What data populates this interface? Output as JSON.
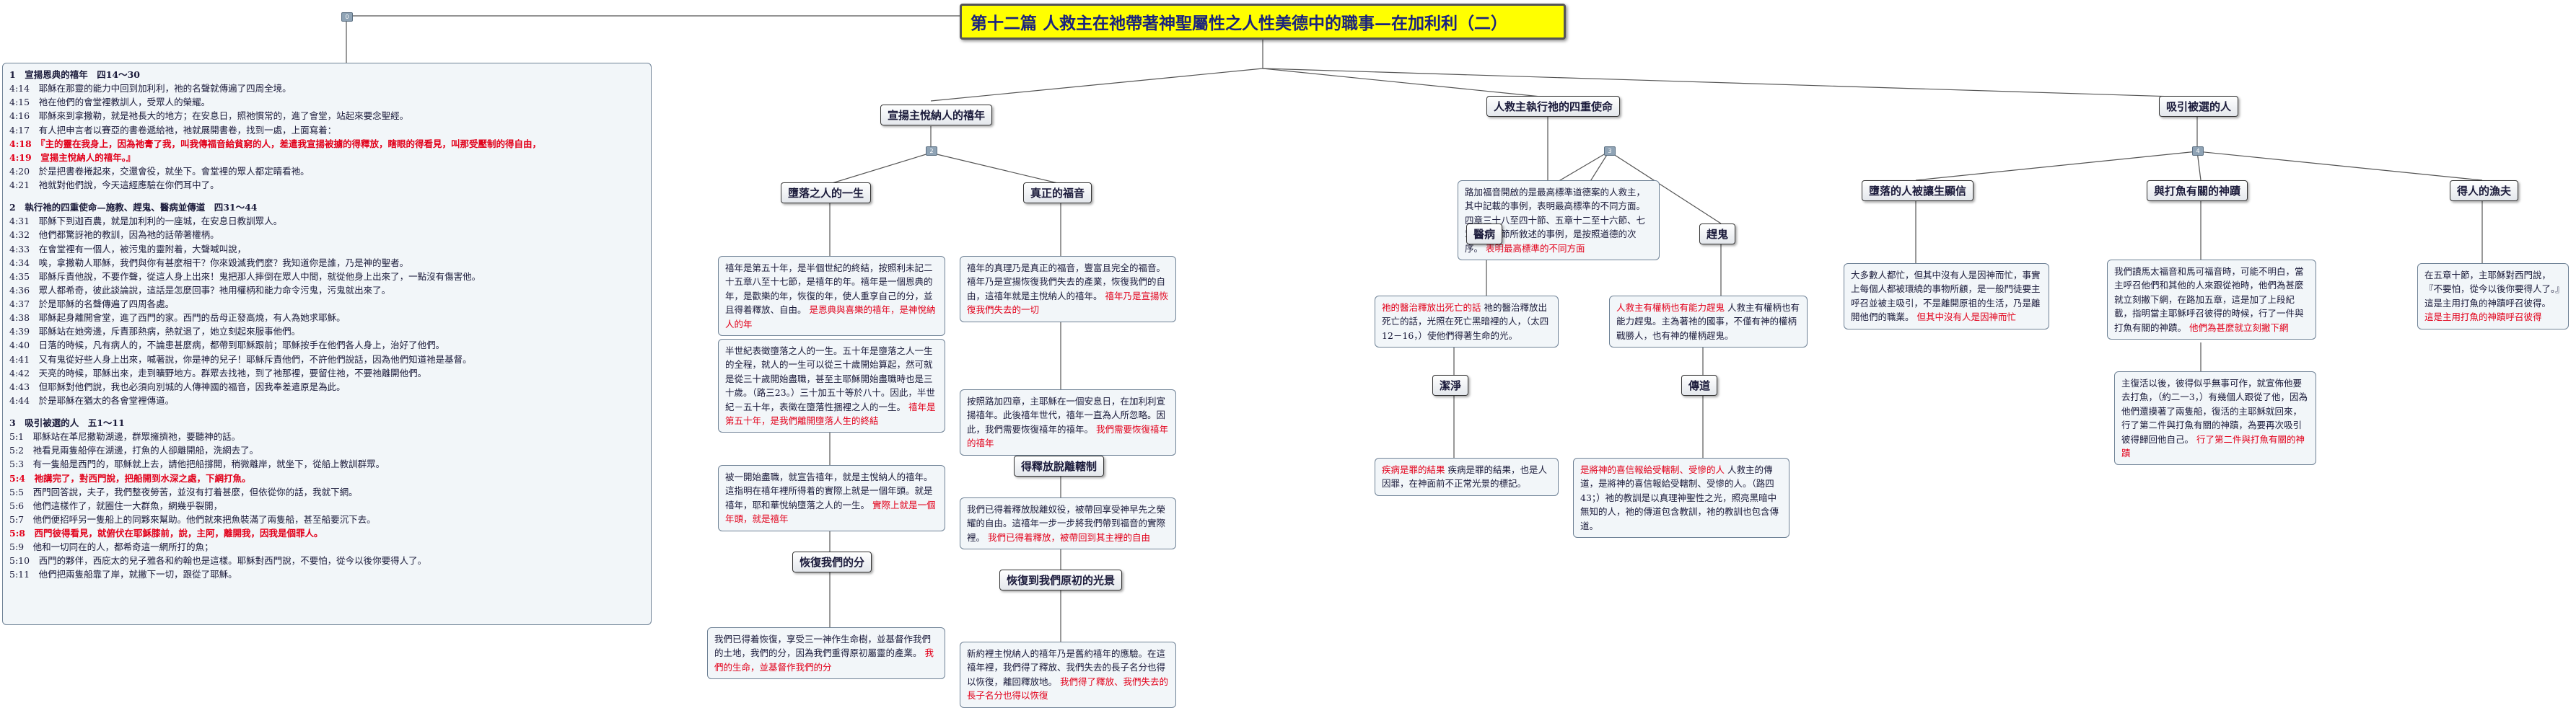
{
  "central": {
    "title": "第十二篇 人救主在祂帶著神聖屬性之人性美德中的職事—在加利利（二）"
  },
  "branches": [
    {
      "id": "b1",
      "label": "宣揚主悅納人的禧年"
    },
    {
      "id": "b2",
      "label": "人救主執行祂的四重使命"
    },
    {
      "id": "b3",
      "label": "吸引被選的人"
    }
  ],
  "b1": {
    "fallen": "墮落之人的一生",
    "gospel": "真正的福音",
    "jubilee_enjoy": "得釋放脫離轄制",
    "recover_share": "恢復我們的分",
    "recover_light": "恢復到我們原初的光景",
    "note_fallen_1": "禧年是第五十年，是半個世紀的終結，按照利未記二十五章八至十七節，是禧年的年。禧年是一個恩典的年，是歡樂的年，恢復的年，使人重享自己的分，並且得着釋放、自由。",
    "note_fallen_1_red": "是恩典與喜樂的禧年，是神悅納人的年",
    "note_fallen_2": "半世紀表徵墮落之人的一生。五十年是墮落之人一生的全程，就人的一生可以從三十歲開始算起，然可就是從三十歲開始盡職，甚至主耶穌開始盡職時也是三十歲。（路三23。）三十加五十等於八十。因此，半世紀－五十年，表徵在墮落性捆裡之人的一生。",
    "note_fallen_2_red": "禧年是第五十年，是我們離開墮落人生的終結",
    "note_gospel_1": "禧年的真理乃是真正的福音，豐富且完全的福音。禧年乃是宣揚恢復我們失去的產業，恢復我們的自由，這禧年就是主悅納人的禧年。",
    "note_gospel_1_red": "禧年乃是宣揚恢復我們失去的一切",
    "note_gospel_2": "按照路加四章，主耶穌在一個安息日，在加利利宣揚禧年。此後禧年世代，禧年一直為人所忽略。因此，我們需要恢復禧年的禧年。",
    "note_gospel_2_red": "我們需要恢復禧年的禧年",
    "note_release": "我們已得着釋放脫離奴役，被帶回享受神早先之榮耀的自由。這禧年一步一步將我們帶到福音的實際裡。",
    "note_release_red": "我們已得着釋放，被帶回到其主裡的自由",
    "note_share": "被一開始盡職，就宣告禧年，就是主悅納人的禧年。這指明在禧年裡所得着的實際上就是一個年頭。就是禧年，耶和華悅納墮落之人的一生。",
    "note_share_red": "實際上就是一個年頭，就是禧年",
    "note_share2": "我們已得着恢復，享受三一神作生命樹，並基督作我們的土地，我們的分，因為我們重得原初屬靈的產業。",
    "note_share2_red": "我們的生命，並基督作我們的分",
    "note_light": "新約裡主悅納人的禧年乃是舊約禧年的應驗。在這禧年裡，我們得了釋放、我們失去的長子名分也得以恢復，離回釋放地。",
    "note_light_red": "我們得了釋放、我們失去的長子名分也得以恢復"
  },
  "b2": {
    "intro": "路加福音開啟的是最高標準道德案的人救主，其中記載的事例，表明最高標準的不同方面。四章三十八至四十節、五章十二至十六節、七章一至十節所敘述的事例，是按照道德的次序。",
    "intro_red": "表明最高標準的不同方面",
    "heal": "醫病",
    "cast_out": "趕鬼",
    "cleanse": "潔淨",
    "preach": "傳道",
    "note_heal": "祂的醫治釋放出死亡的話，光照在死亡黑暗裡的人，（太四12－16，）使他們得著生命的光。",
    "note_heal_red": "祂的醫治釋放出死亡的話",
    "note_cast": "人救主有權柄也有能力趕鬼。主為著祂的國事，不僅有神的權柄戰勝人，也有神的權柄趕鬼。",
    "note_cast_red": "人救主有權柄也有能力趕鬼",
    "note_cleanse": "疾病是罪的結果，也是人因罪，在神面前不正常光景的標記。",
    "note_cleanse_red": "疾病是罪的結果",
    "note_preach": "人救主的傳道，是將神的喜信報給受轄制、受慘的人。（路四43；）祂的教訓是以真理神聖性之光，照亮黑暗中無知的人，祂的傳道包含教訓，祂的教訓也包含傳道。",
    "note_preach_red": "是將神的喜信報給受轄制、受慘的人"
  },
  "b3": {
    "fallen_elect": "墮落的人被讓生顯信",
    "ordinary": "與打魚有關的神蹟",
    "fishers": "得人的漁夫",
    "note_fallen": "大多數人都忙，但其中沒有人是因神而忙，事實上每個人都被環繞的事物所顧，是一般門徒要主呼召並被主吸引，不是離開原祖的生活，乃是離開他們的職業。",
    "note_fallen_red": "但其中沒有人是因神而忙",
    "note_ordinary": "我們讀馬太福音和馬可福音時，可能不明白，當主呼召他們和其他的人來跟從祂時，他們為甚麼就立刻撇下網，在路加五章，這是加了上段紀載，指明當主耶穌呼召彼得的時候，行了一件與打魚有關的神蹟。",
    "note_ordinary_red": "他們為甚麼就立刻撇下網",
    "note_ordinary_2": "主復活以後，彼得似乎無事可作，就宣佈他要去打魚，（約二一3，）有幾個人跟從了他，因為他們還摸著了兩隻船，復活的主耶穌就回來，行了第二件與打魚有關的神蹟，為要再次吸引彼得歸回他自己。",
    "note_ordinary_2_red": "行了第二件與打魚有關的神蹟",
    "note_fishers": "在五章十節，主耶穌對西門說，『不要怕，從今以後你要得人了。』這是主用打魚的神蹟呼召彼得。",
    "note_fishers_red": "這是主用打魚的神蹟呼召彼得"
  },
  "leftnote": {
    "s1_title": "1　宣揚恩典的禧年　四14～30",
    "s1_lines": [
      "4:14　耶穌在那靈的能力中回到加利利，祂的名聲就傳遍了四周全境。",
      "4:15　祂在他們的會堂裡教訓人，受眾人的榮耀。",
      "4:16　耶穌來到拿撒勒，就是祂長大的地方；在安息日，照祂慣常的，進了會堂，站起來要念聖經。",
      "4:17　有人把申言者以賽亞的書卷遞給祂，祂就展開書卷，找到一處，上面寫着："
    ],
    "s1_red1": "4:18　『主的靈在我身上，因為祂膏了我，叫我傳福音給貧窮的人，差遣我宣揚被擄的得釋放，瞎眼的得看見，叫那受壓制的得自由，",
    "s1_red2": "4:19　宣揚主悅納人的禧年。』",
    "s1_lines2": [
      "4:20　於是把書卷捲起來，交還會役，就坐下。會堂裡的眾人都定睛看祂。",
      "4:21　祂就對他們說，今天這經應驗在你們耳中了。"
    ],
    "s2_title": "2　執行祂的四重使命—施教、趕鬼、醫病並傳道　四31～44",
    "s2_lines": [
      "4:31　耶穌下到迦百農，就是加利利的一座城，在安息日教訓眾人。",
      "4:32　他們都驚訝祂的教訓，因為祂的話帶著權柄。",
      "4:33　在會堂裡有一個人，被污鬼的靈附着，大聲喊叫說，",
      "4:34　唉，拿撒勒人耶穌，我們與你有甚麼相干？你來毀滅我們麼？我知道你是誰，乃是神的聖者。",
      "4:35　耶穌斥責他說，不要作聲，從這人身上出來！鬼把那人摔倒在眾人中間，就從他身上出來了，一點沒有傷害他。",
      "4:36　眾人都希奇，彼此談論說，這話是怎麼回事？祂用權柄和能力命令污鬼，污鬼就出來了。",
      "4:37　於是耶穌的名聲傳遍了四周各處。",
      "4:38　耶穌起身離開會堂，進了西門的家。西門的岳母正發高燒，有人為她求耶穌。",
      "4:39　耶穌站在她旁邊，斥責那熱病，熱就退了，她立刻起來服事他們。",
      "4:40　日落的時候，凡有病人的，不論患甚麼病，都帶到耶穌跟前；耶穌按手在他們各人身上，治好了他們。",
      "4:41　又有鬼從好些人身上出來，喊著說，你是神的兒子！耶穌斥責他們，不許他們說話，因為他們知道祂是基督。",
      "4:42　天亮的時候，耶穌出來，走到曠野地方。群眾去找祂，到了祂那裡，要留住祂，不要祂離開他們。",
      "4:43　但耶穌對他們說，我也必須向別城的人傳神國的福音，因我奉差遣原是為此。",
      "4:44　於是耶穌在猶太的各會堂裡傳道。"
    ],
    "s3_title": "3　吸引被選的人　五1～11",
    "s3_lines": [
      "5:1　耶穌站在革尼撒勒湖邊，群眾擁擠祂，要聽神的話。",
      "5:2　祂看見兩隻船停在湖邊，打魚的人卻離開船，洗網去了。",
      "5:3　有一隻船是西門的，耶穌就上去，請他把船撐開，稍微離岸，就坐下，從船上教訓群眾。"
    ],
    "s3_red1": "5:4　祂講完了，對西門說，把船開到水深之處，下網打魚。",
    "s3_lines2": [
      "5:5　西門回答說，夫子，我們整夜勞苦，並沒有打着甚麼，但依從你的話，我就下網。",
      "5:6　他們這樣作了，就圈住一大群魚，網幾乎裂開，",
      "5:7　他們便招呼另一隻船上的同夥來幫助。他們就來把魚裝滿了兩隻船，甚至船要沉下去。"
    ],
    "s3_red2": "5:8　西門彼得看見，就俯伏在耶穌膝前，說，主阿，離開我，因我是個罪人。",
    "s3_lines3": [
      "5:9　他和一切同在的人，都希奇這一網所打的魚；",
      "5:10　西門的夥伴，西庇太的兒子雅各和約翰也是這樣。耶穌對西門說，不要怕，從今以後你要得人了。",
      "5:11　他們把兩隻船靠了岸，就撇下一切，跟從了耶穌。"
    ]
  },
  "markers": {
    "top_left": "0",
    "center": "1",
    "b1": "2",
    "b2": "3",
    "b3": "4"
  }
}
